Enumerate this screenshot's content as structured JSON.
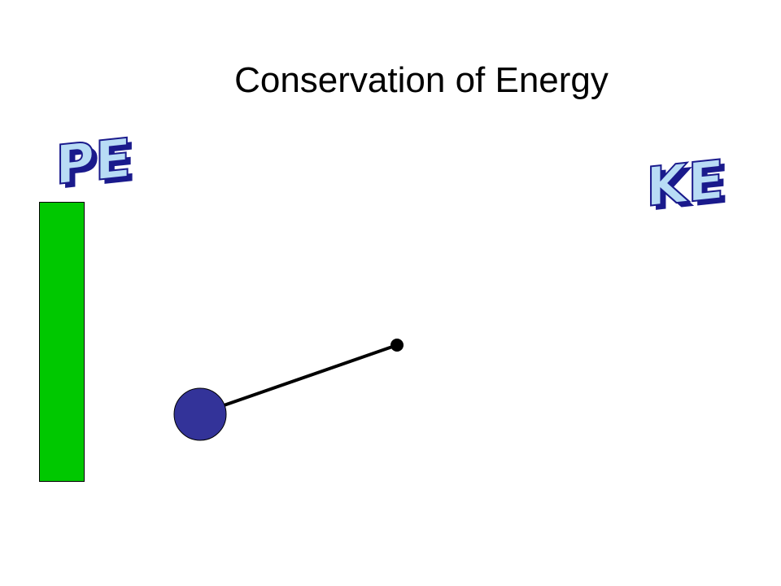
{
  "slide": {
    "title": "Conservation of Energy"
  },
  "labels": {
    "pe": "PE",
    "ke": "KE"
  },
  "energy": {
    "potential_fraction": 1.0,
    "kinetic_fraction": 0.0
  },
  "colors": {
    "pe_bar": "#00c800",
    "wordart_fill": "#b8dcf5",
    "wordart_shadow": "#1a1a8c",
    "bob": "#333399",
    "rod": "#000000"
  }
}
